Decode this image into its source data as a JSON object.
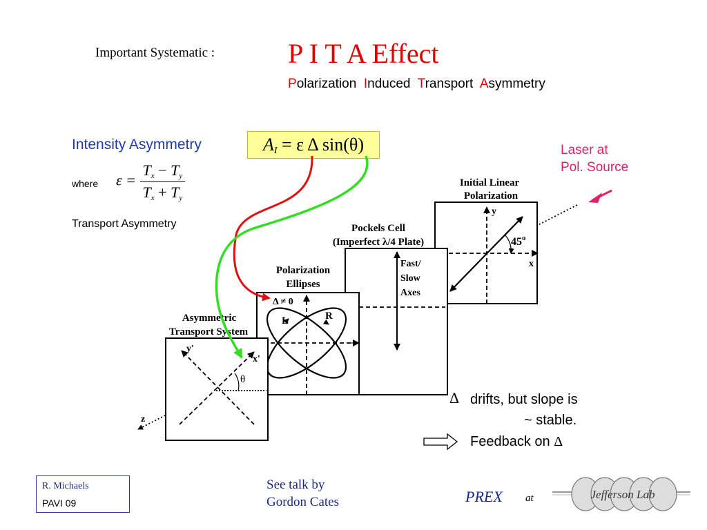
{
  "header": {
    "important": "Important  Systematic  :",
    "title": "P I T A    Effect",
    "subtitle": [
      {
        "initial": "P",
        "rest": "olarization"
      },
      {
        "initial": "I",
        "rest": "nduced"
      },
      {
        "initial": "T",
        "rest": "ransport"
      },
      {
        "initial": "A",
        "rest": "symmetry"
      }
    ]
  },
  "left": {
    "intensity_label": "Intensity  Asymmetry",
    "formula_lhs": "A",
    "formula_sub": "I",
    "formula_rhs": "= ε Δ sin(θ)",
    "where": "where",
    "eps": "ε =",
    "tx": "T",
    "ty": "T",
    "x": "x",
    "y": "y",
    "minus": "−",
    "plus": "+",
    "transport": "Transport  Asymmetry"
  },
  "laser": {
    "line1": "Laser  at",
    "line2": "Pol.  Source"
  },
  "diagram": {
    "initial_l1": "Initial Linear",
    "initial_l2": "Polarization",
    "axis_y": "y",
    "axis_x": "x",
    "angle45": "45",
    "deg": "o",
    "pockels_l1": "Pockels Cell",
    "pockels_l2": "(Imperfect λ/4 Plate)",
    "fast": "Fast/",
    "slow": "Slow",
    "axes": "Axes",
    "ellipses_l1": "Polarization",
    "ellipses_l2": "Ellipses",
    "delta_ne": "Δ ≠ 0",
    "L": "L",
    "R": "R",
    "asym_l1": "Asymmetric",
    "asym_l2": "Transport System",
    "yprime": "y'",
    "xprime": "x'",
    "theta": "θ",
    "z": "z"
  },
  "notes": {
    "delta": "Δ",
    "drifts": "drifts,  but  slope is",
    "stable": "~ stable.",
    "feedback": "Feedback  on",
    "feedback_delta": "Δ"
  },
  "footer": {
    "author": "R.  Michaels",
    "event": "PAVI  09",
    "see_talk1": "See talk by",
    "see_talk2": "Gordon  Cates",
    "prex": "PREX",
    "at": "at",
    "logo_text": "Jefferson Lab"
  },
  "colors": {
    "title_red": "#e00000",
    "blue": "#1f3aa6",
    "pink": "#e0206a",
    "formula_bg": "#ffff99",
    "red_arrow": "#dd1111",
    "green_arrow": "#33dd22"
  }
}
